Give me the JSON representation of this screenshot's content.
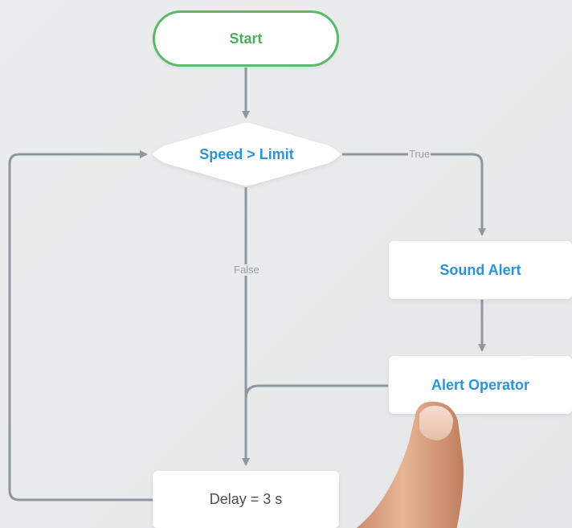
{
  "diagram": {
    "nodes": {
      "start": "Start",
      "decision": "Speed > Limit",
      "sound_alert": "Sound Alert",
      "alert_operator": "Alert Operator",
      "delay": "Delay = 3 s"
    },
    "edges": {
      "true_label": "True",
      "false_label": "False"
    }
  },
  "colors": {
    "terminator_border": "#5cb96a",
    "node_text_blue": "#2b93d6",
    "connector": "#8e979e",
    "background": "#e9eaeb"
  },
  "decor": {
    "finger": "pointing-finger-photo"
  }
}
